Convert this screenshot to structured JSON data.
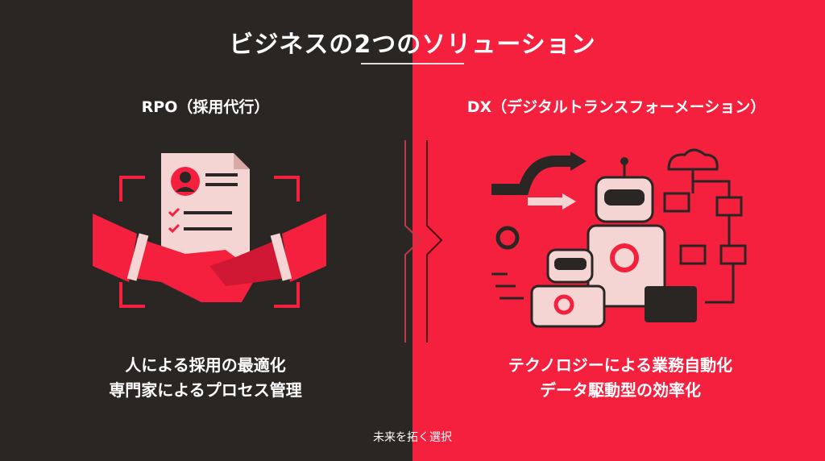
{
  "title": "ビジネスの2つのソリューション",
  "left": {
    "heading": "RPO（採用代行）",
    "lines": [
      "人による採用の最適化",
      "専門家によるプロセス管理"
    ],
    "icon": "handshake-resume-icon"
  },
  "right": {
    "heading": "DX（デジタルトランスフォーメーション）",
    "lines": [
      "テクノロジーによる業務自動化",
      "データ駆動型の効率化"
    ],
    "icon": "robots-automation-icon"
  },
  "footer": "未来を拓く選択",
  "colors": {
    "dark": "#2a2624",
    "red": "#f4203e",
    "light": "#f5d5d3"
  }
}
